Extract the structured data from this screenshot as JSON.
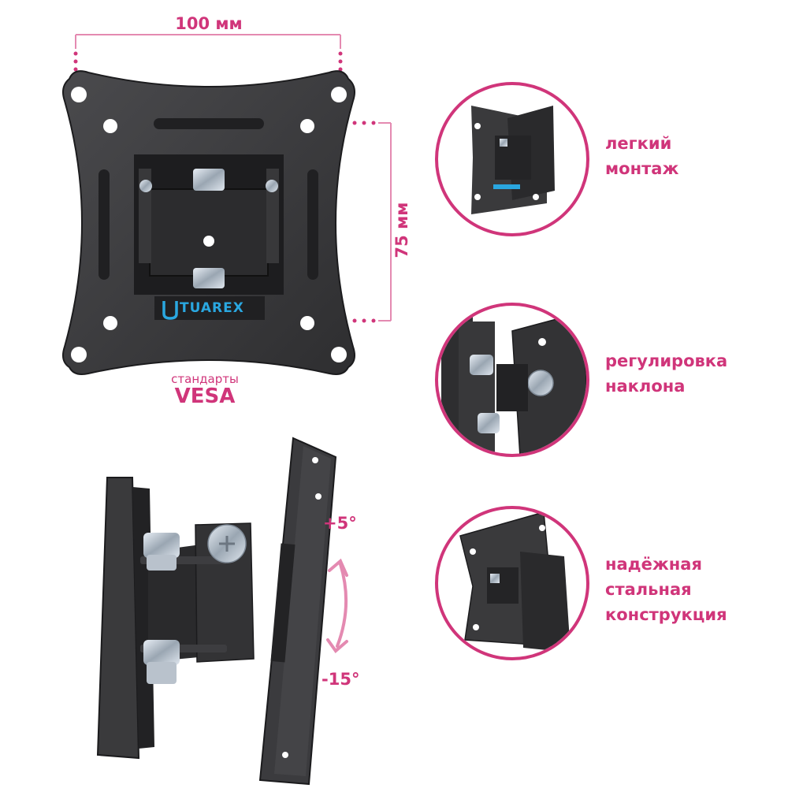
{
  "dimensions": {
    "width_label": "100 мм",
    "height_label": "75 мм"
  },
  "vesa": {
    "small_label": "стандарты",
    "big_label": "VESA"
  },
  "brand": {
    "logo_text": "TUAREX"
  },
  "features": [
    {
      "text": "легкий\nмонтаж",
      "icon": "wall-bracket-icon"
    },
    {
      "text": "регулировка\nнаклона",
      "icon": "tilt-hinge-icon"
    },
    {
      "text": "надёжная\nстальная\nконструкция",
      "icon": "steel-bracket-icon"
    }
  ],
  "tilt": {
    "up_label": "+5°",
    "down_label": "-15°"
  },
  "colors": {
    "accent": "#d0357a",
    "metal": "#3a3a3c",
    "metal_dark": "#242426",
    "logo_blue": "#2aa7e0"
  }
}
